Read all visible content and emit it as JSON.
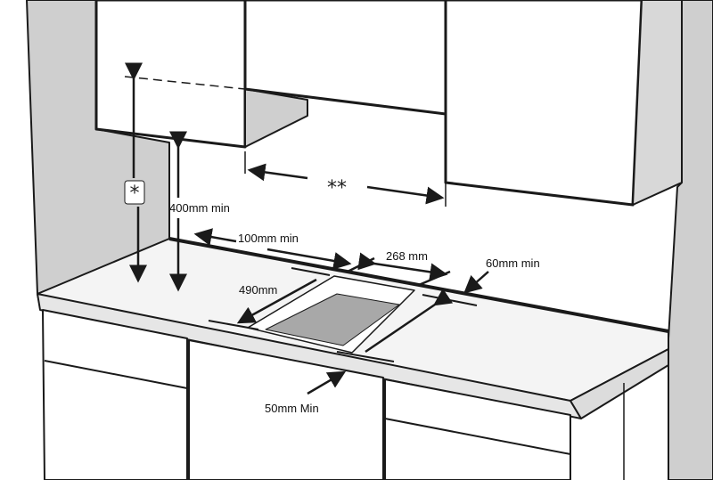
{
  "diagram": {
    "labels": {
      "height_star": "*",
      "hood_width": "**",
      "min_height": "400mm min",
      "side_clearance": "100mm min",
      "cutout_width": "268 mm",
      "back_clearance": "60mm min",
      "cutout_depth": "490mm",
      "front_clearance": "50mm Min"
    },
    "colors": {
      "line": "#1a1a1a",
      "wall_gray": "#cfcfcf",
      "cutout_gray": "#a8a8a8",
      "counter": "#f4f4f4"
    }
  }
}
